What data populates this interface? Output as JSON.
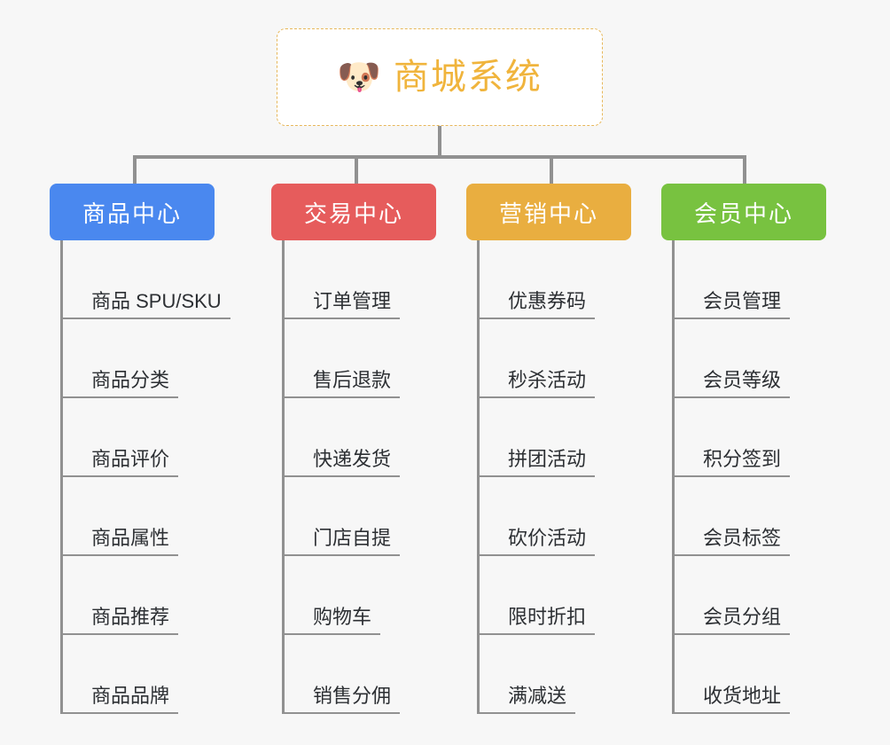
{
  "root": {
    "icon": "dog-face-icon",
    "icon_glyph": "🐶",
    "title": "商城系统",
    "title_color": "#f0b43c",
    "border_color": "#e7b75a",
    "background": "#ffffff"
  },
  "canvas": {
    "background": "#f7f7f7",
    "connector_color": "#919191"
  },
  "branches": [
    {
      "id": "product-center",
      "label": "商品中心",
      "color": "#4a88ef",
      "items": [
        "商品 SPU/SKU",
        "商品分类",
        "商品评价",
        "商品属性",
        "商品推荐",
        "商品品牌"
      ]
    },
    {
      "id": "trade-center",
      "label": "交易中心",
      "color": "#e65c5c",
      "items": [
        "订单管理",
        "售后退款",
        "快递发货",
        "门店自提",
        "购物车",
        "销售分佣"
      ]
    },
    {
      "id": "marketing-center",
      "label": "营销中心",
      "color": "#e9ae40",
      "items": [
        "优惠券码",
        "秒杀活动",
        "拼团活动",
        "砍价活动",
        "限时折扣",
        "满减送"
      ]
    },
    {
      "id": "member-center",
      "label": "会员中心",
      "color": "#78c240",
      "items": [
        "会员管理",
        "会员等级",
        "积分签到",
        "会员标签",
        "会员分组",
        "收货地址"
      ]
    }
  ]
}
